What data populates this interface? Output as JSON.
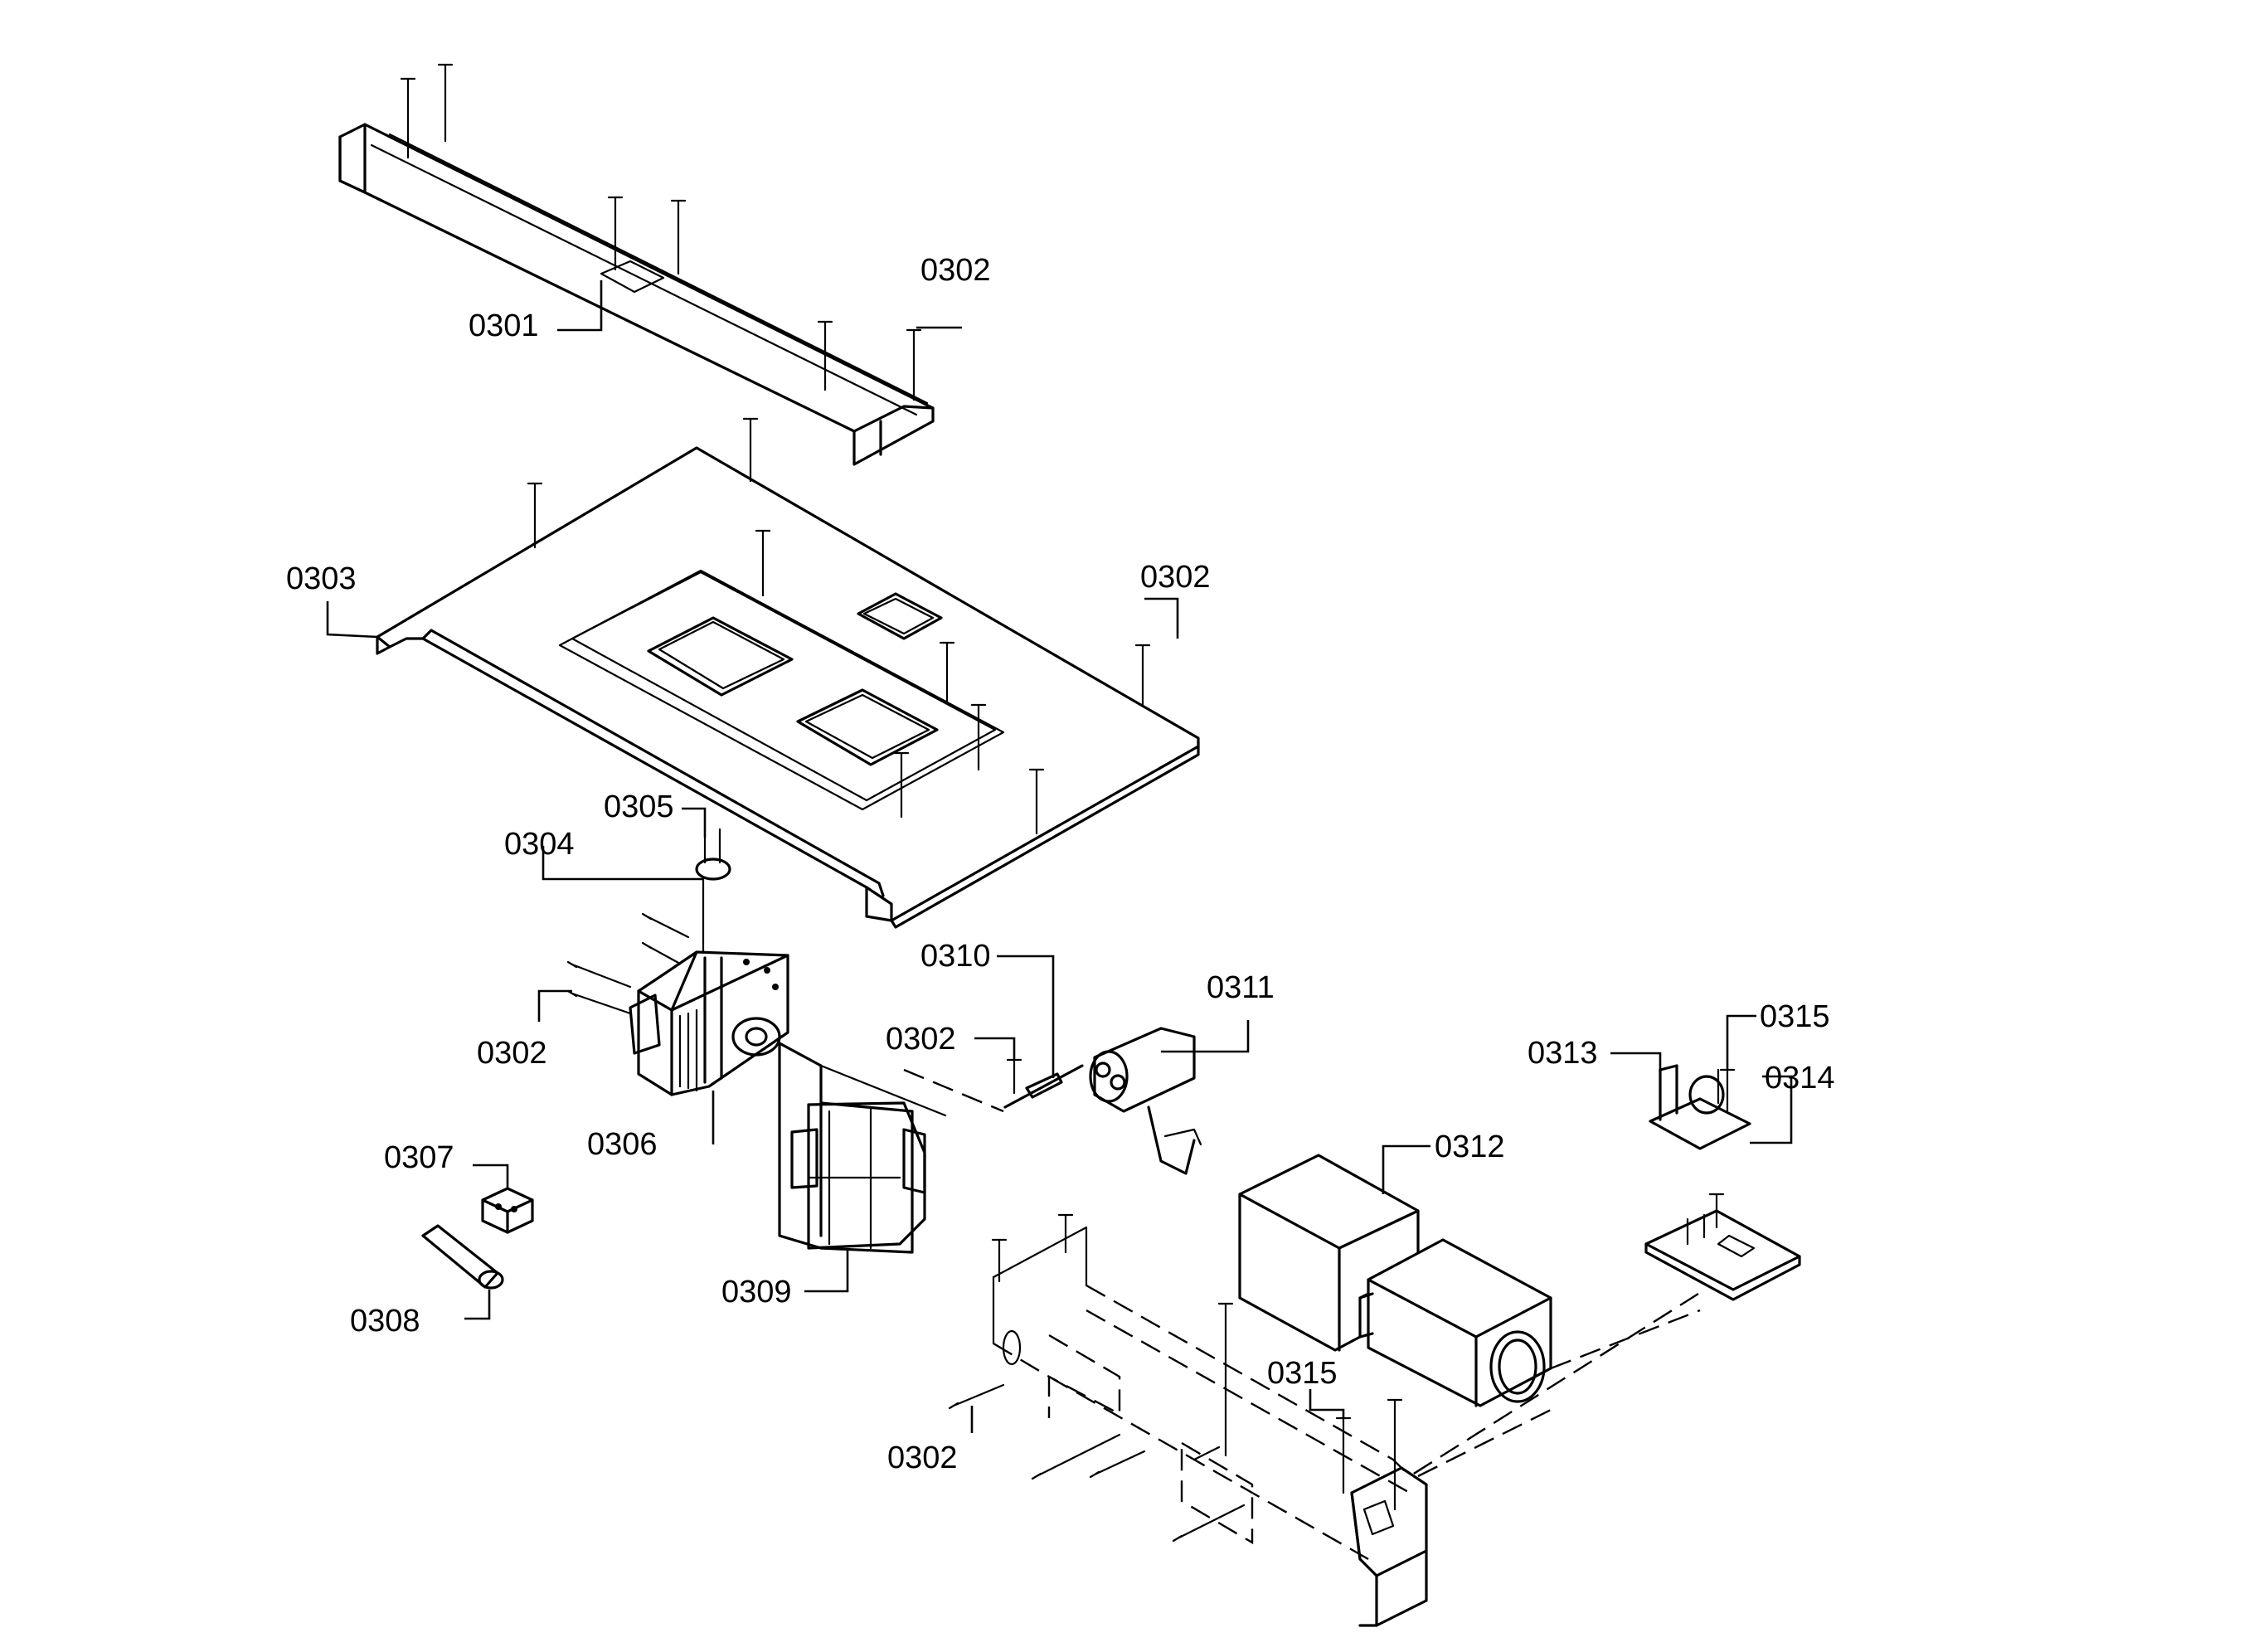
{
  "callouts": {
    "c0301": "0301",
    "c0302_top": "0302",
    "c0303": "0303",
    "c0302_plate": "0302",
    "c0305": "0305",
    "c0304": "0304",
    "c0302_magnetron": "0302",
    "c0306": "0306",
    "c0307": "0307",
    "c0308": "0308",
    "c0309": "0309",
    "c0310": "0310",
    "c0302_diode": "0302",
    "c0311": "0311",
    "c0312": "0312",
    "c0313": "0313",
    "c0315_top": "0315",
    "c0314": "0314",
    "c0315_bottom": "0315",
    "c0302_bracket": "0302"
  },
  "colors": {
    "line": "#000000",
    "background": "#ffffff"
  }
}
